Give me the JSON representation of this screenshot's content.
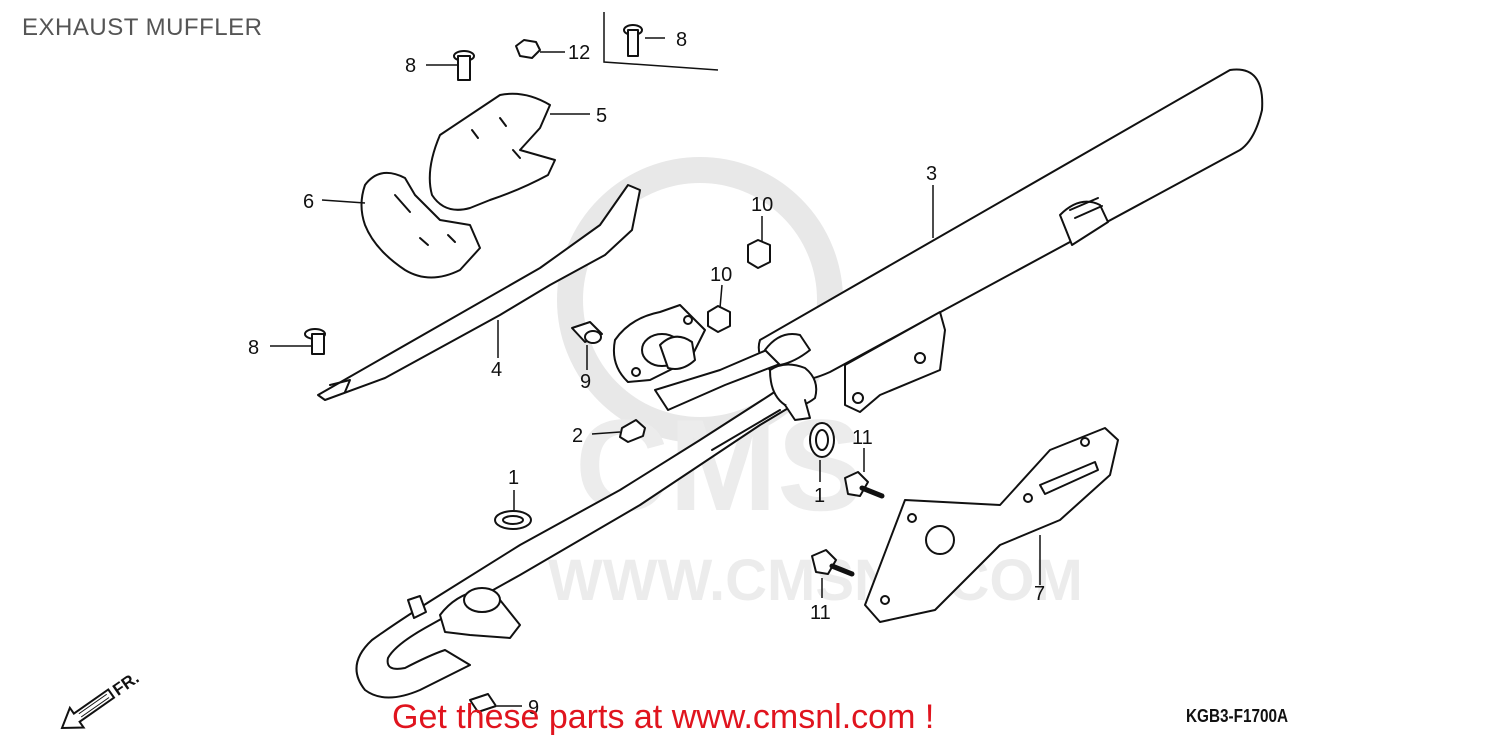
{
  "title": "EXHAUST MUFFLER",
  "callouts": {
    "c1a": "1",
    "c1b": "1",
    "c2": "2",
    "c3": "3",
    "c4": "4",
    "c5": "5",
    "c6": "6",
    "c7": "7",
    "c8a": "8",
    "c8b": "8",
    "c8c": "8",
    "c9a": "9",
    "c9b": "9",
    "c10a": "10",
    "c10b": "10",
    "c11a": "11",
    "c11b": "11",
    "c12": "12"
  },
  "direction_label": "FR.",
  "footer": {
    "link_text": "Get these parts at www.cmsnl.com !",
    "diagram_code": "KGB3-F1700A"
  },
  "watermark": {
    "text": "CMS",
    "url_text": "WWW.CMSNL.COM"
  },
  "colors": {
    "line": "#111111",
    "footer_link": "#e0141e",
    "watermark": "#e6e6e6",
    "title": "#555555"
  }
}
